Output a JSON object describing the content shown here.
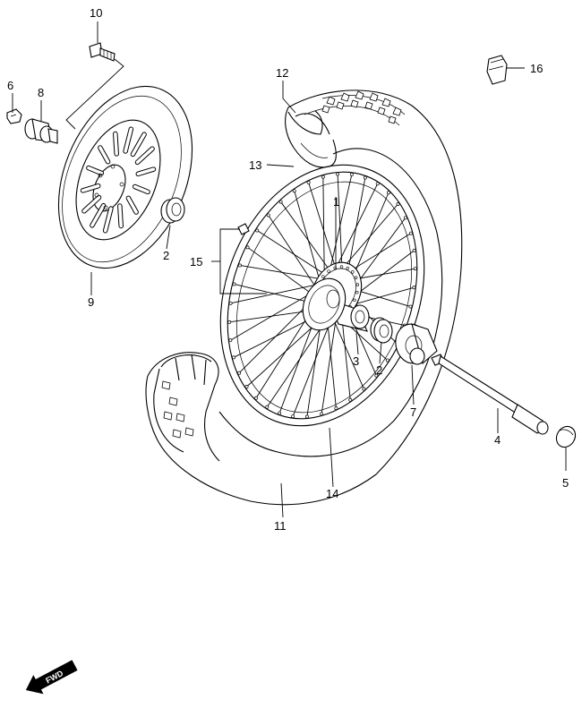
{
  "part_labels": {
    "p1": "1",
    "p2a": "2",
    "p2b": "2",
    "p3": "3",
    "p4": "4",
    "p5": "5",
    "p6": "6",
    "p7": "7",
    "p8": "8",
    "p9": "9",
    "p10": "10",
    "p11": "11",
    "p12": "12",
    "p13": "13",
    "p14": "14",
    "p15": "15",
    "p16": "16"
  },
  "direction_badge": {
    "label": "FWD"
  },
  "icons": {
    "direction": "arrow-fwd-icon"
  }
}
